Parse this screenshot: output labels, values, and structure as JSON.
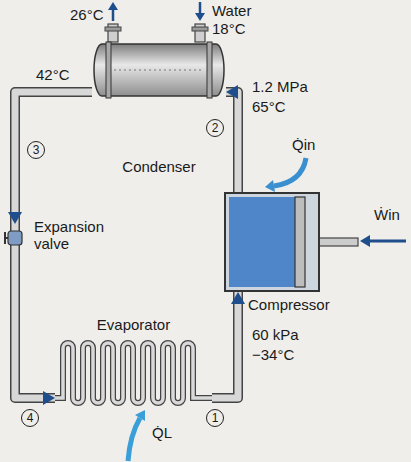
{
  "diagram": {
    "nodes": [
      {
        "text": [
          "Condenser"
        ]
      },
      {
        "text": [
          "Compressor"
        ]
      },
      {
        "text": [
          "Expansion valve"
        ]
      },
      {
        "text": [
          "Evaporator"
        ]
      },
      {
        "text": [
          "1"
        ]
      },
      {
        "text": [
          "2"
        ]
      },
      {
        "text": [
          "3"
        ]
      },
      {
        "text": [
          "4"
        ]
      }
    ],
    "edges": [
      {
        "from": 1,
        "to": 0,
        "arrow": "to"
      },
      {
        "from": 0,
        "to": 2,
        "arrow": "to"
      },
      {
        "from": 2,
        "to": 3,
        "arrow": "to"
      },
      {
        "from": 3,
        "to": 1,
        "arrow": "to"
      }
    ],
    "labels": [
      "Water",
      "18°C",
      "26°C",
      "42°C",
      "1.2 MPa",
      "65°C",
      "Q̇in",
      "Ẇin",
      "60 kPa",
      "−34°C",
      "Q̇L"
    ]
  }
}
